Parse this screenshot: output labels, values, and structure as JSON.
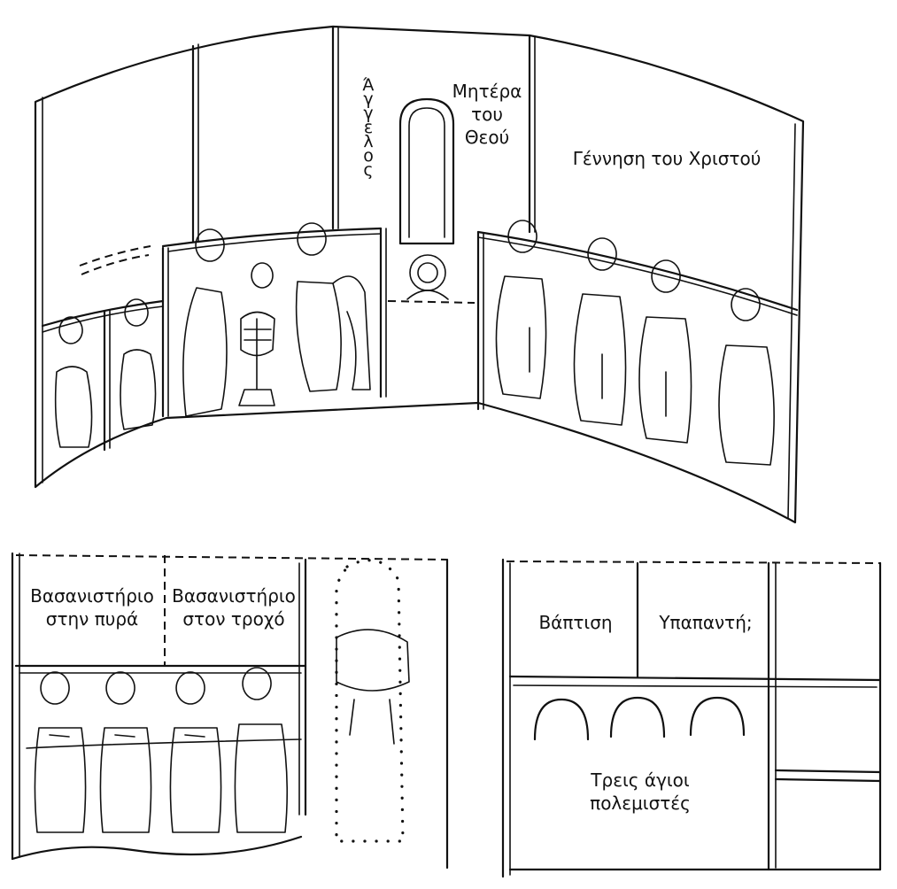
{
  "top_panel": {
    "angel_label": "Άγγελος",
    "mother_label": "Μητέρα\nτου\nΘεού",
    "nativity_label": "Γέννηση του Χριστού"
  },
  "left_panel": {
    "torture_fire_label": "Βασανιστήριο\nστην πυρά",
    "torture_wheel_label": "Βασανιστήριο\nστον τροχό"
  },
  "right_panel": {
    "baptism_label": "Βάπτιση",
    "presentation_label": "Υπαπαντή;",
    "warriors_label": "Τρεις άγιοι\nπολεμιστές"
  }
}
